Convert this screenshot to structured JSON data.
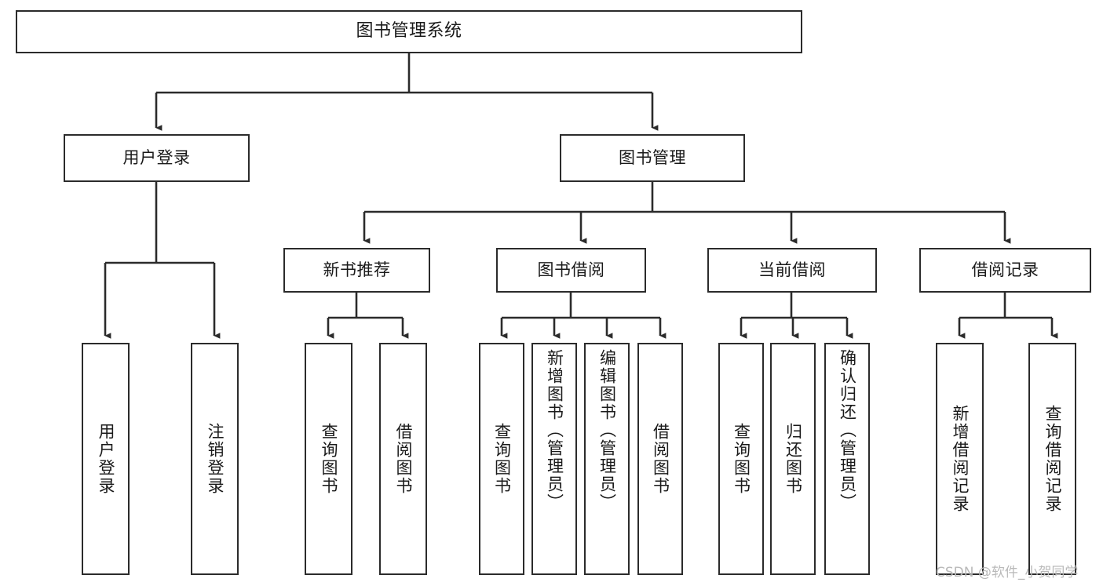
{
  "diagram": {
    "title": "图书管理系统",
    "type": "功能结构图",
    "root": {
      "label": "图书管理系统"
    },
    "tier2": [
      {
        "label": "用户登录"
      },
      {
        "label": "图书管理"
      }
    ],
    "tier3": [
      {
        "label": "新书推荐"
      },
      {
        "label": "图书借阅"
      },
      {
        "label": "当前借阅"
      },
      {
        "label": "借阅记录"
      }
    ],
    "leaves": {
      "user_login": [
        {
          "label": "用户登录"
        },
        {
          "label": "注销登录"
        }
      ],
      "new_book_recommend": [
        {
          "label": "查询图书"
        },
        {
          "label": "借阅图书"
        }
      ],
      "book_borrow": [
        {
          "label": "查询图书"
        },
        {
          "label": "新增图书（管理员）"
        },
        {
          "label": "编辑图书（管理员）"
        },
        {
          "label": "借阅图书"
        }
      ],
      "current_borrow": [
        {
          "label": "查询图书"
        },
        {
          "label": "归还图书"
        },
        {
          "label": "确认归还（管理员）"
        }
      ],
      "borrow_record": [
        {
          "label": "新增借阅记录"
        },
        {
          "label": "查询借阅记录"
        }
      ]
    }
  },
  "watermark": {
    "text": "CSDN @软件_小贺同学"
  },
  "colors": {
    "border": "#2b2b2b",
    "text": "#1a1a1a",
    "background": "#ffffff",
    "watermark": "#b9b9b9"
  }
}
